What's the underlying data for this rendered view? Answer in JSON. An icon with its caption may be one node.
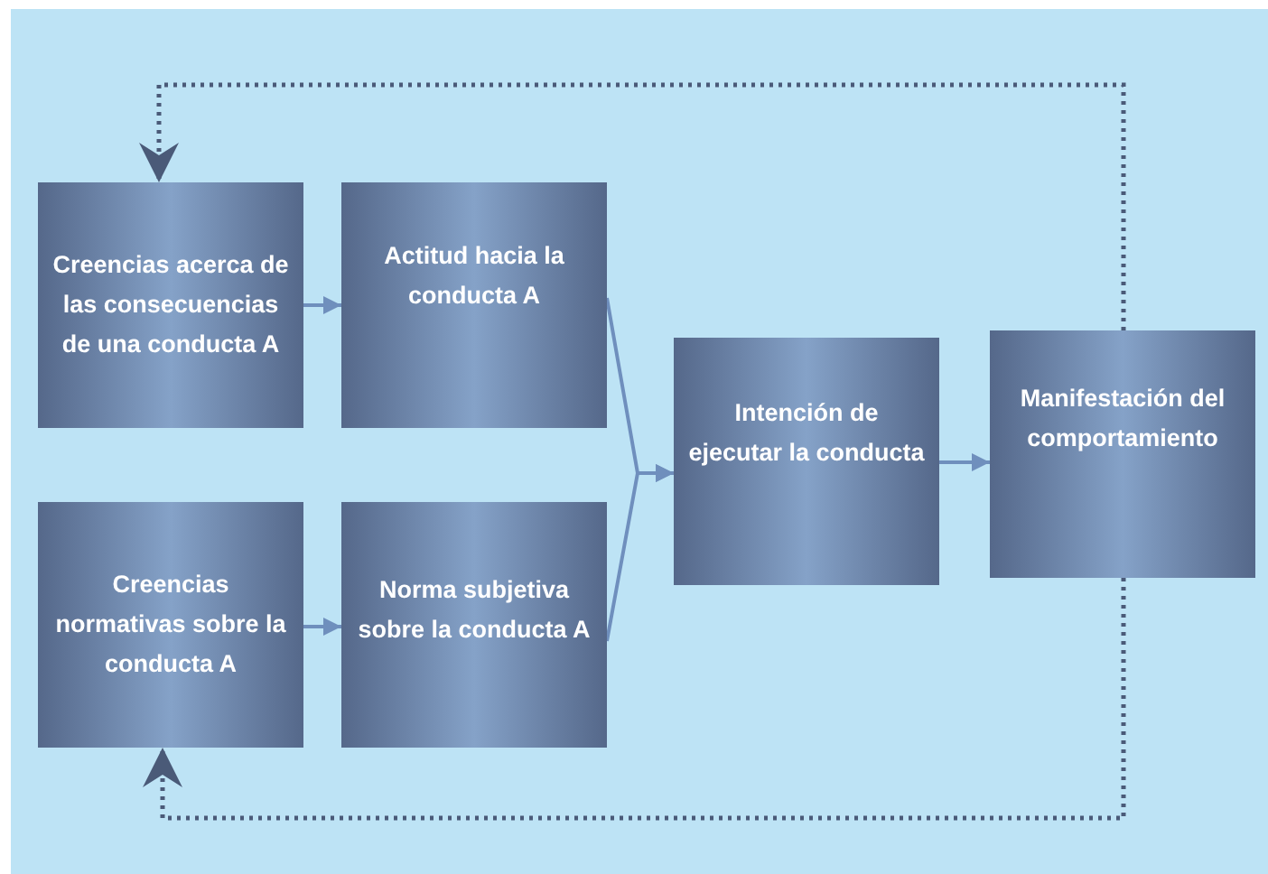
{
  "diagram": {
    "nodes": [
      {
        "text": [
          "Creencias acerca de las consecuencias de una conducta A"
        ]
      },
      {
        "text": [
          "Actitud hacia la conducta A"
        ]
      },
      {
        "text": [
          "Creencias normativas sobre la conducta A"
        ]
      },
      {
        "text": [
          "Norma subjetiva sobre la conducta A"
        ]
      },
      {
        "text": [
          "Intención de ejecutar la conducta"
        ]
      },
      {
        "text": [
          "Manifestación del comportamiento"
        ]
      }
    ],
    "edges": [
      {
        "from": 0,
        "to": 1,
        "arrow": "to"
      },
      {
        "from": 2,
        "to": 3,
        "arrow": "to"
      },
      {
        "from": 1,
        "to": 4,
        "arrow": "to"
      },
      {
        "from": 3,
        "to": 4,
        "arrow": "to"
      },
      {
        "from": 4,
        "to": 5,
        "arrow": "to"
      },
      {
        "from": 5,
        "to": 0,
        "arrow": "to",
        "style": "dashed",
        "color": "#4a5a78"
      },
      {
        "from": 5,
        "to": 2,
        "arrow": "to",
        "style": "dashed",
        "color": "#4a5a78"
      }
    ]
  }
}
